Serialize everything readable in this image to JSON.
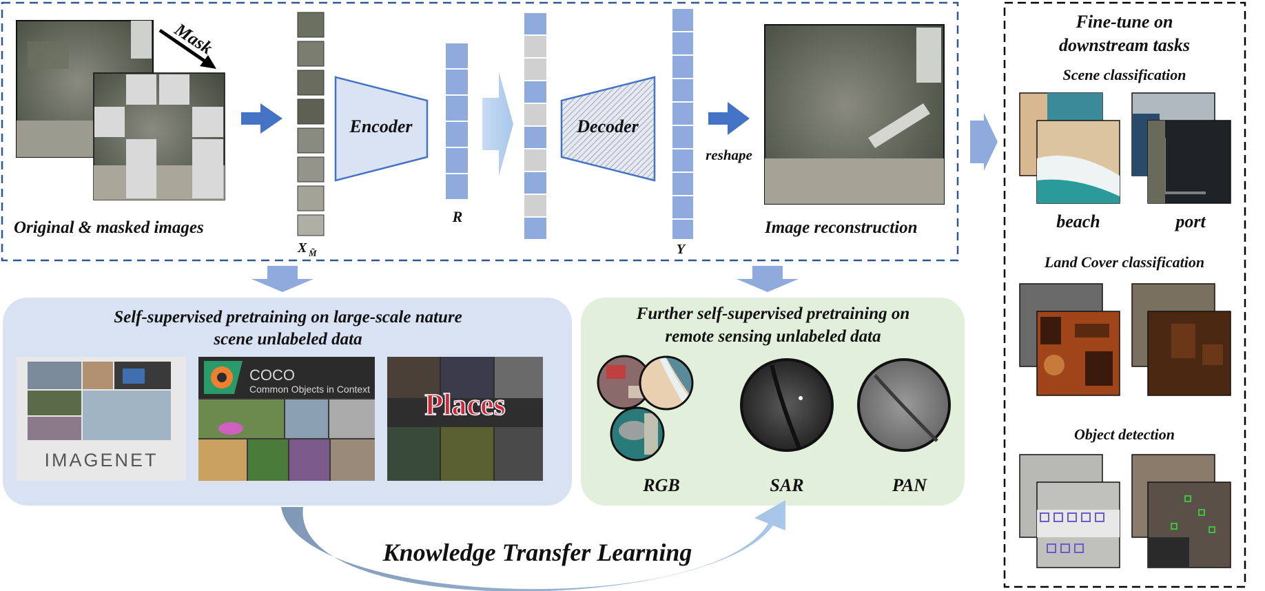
{
  "top_pipeline": {
    "mask_label": "Mask",
    "original_masked_caption": "Original & masked images",
    "tokens_label": "X",
    "tokens_subscript": "M̃",
    "encoder_label": "Encoder",
    "latent_label": "R",
    "decoder_label": "Decoder",
    "output_label": "Y",
    "reshape_label": "reshape",
    "reconstruction_caption": "Image reconstruction"
  },
  "finetune": {
    "title_line1": "Fine-tune on",
    "title_line2": "downstream tasks",
    "scene_title": "Scene classification",
    "beach_label": "beach",
    "port_label": "port",
    "landcover_title": "Land Cover classification",
    "detection_title": "Object detection"
  },
  "nature_panel": {
    "title_line1": "Self-supervised pretraining on large-scale nature",
    "title_line2": "scene unlabeled data",
    "imagenet_label": "IMAGENET",
    "coco_title": "COCO",
    "coco_subtitle": "Common Objects in Context",
    "places_label": "Places"
  },
  "rs_panel": {
    "title_line1": "Further self-supervised pretraining on",
    "title_line2": "remote sensing unlabeled data",
    "rgb_label": "RGB",
    "sar_label": "SAR",
    "pan_label": "PAN"
  },
  "transfer_label": "Knowledge Transfer Learning",
  "colors": {
    "accent_blue": "#4472c4",
    "token_blue": "#8faadc",
    "token_gray": "#d0d0d0",
    "encoder_fill": "#dae3f3",
    "nature_panel_bg": "#d9e2f3",
    "rs_panel_bg": "#e2efda"
  }
}
